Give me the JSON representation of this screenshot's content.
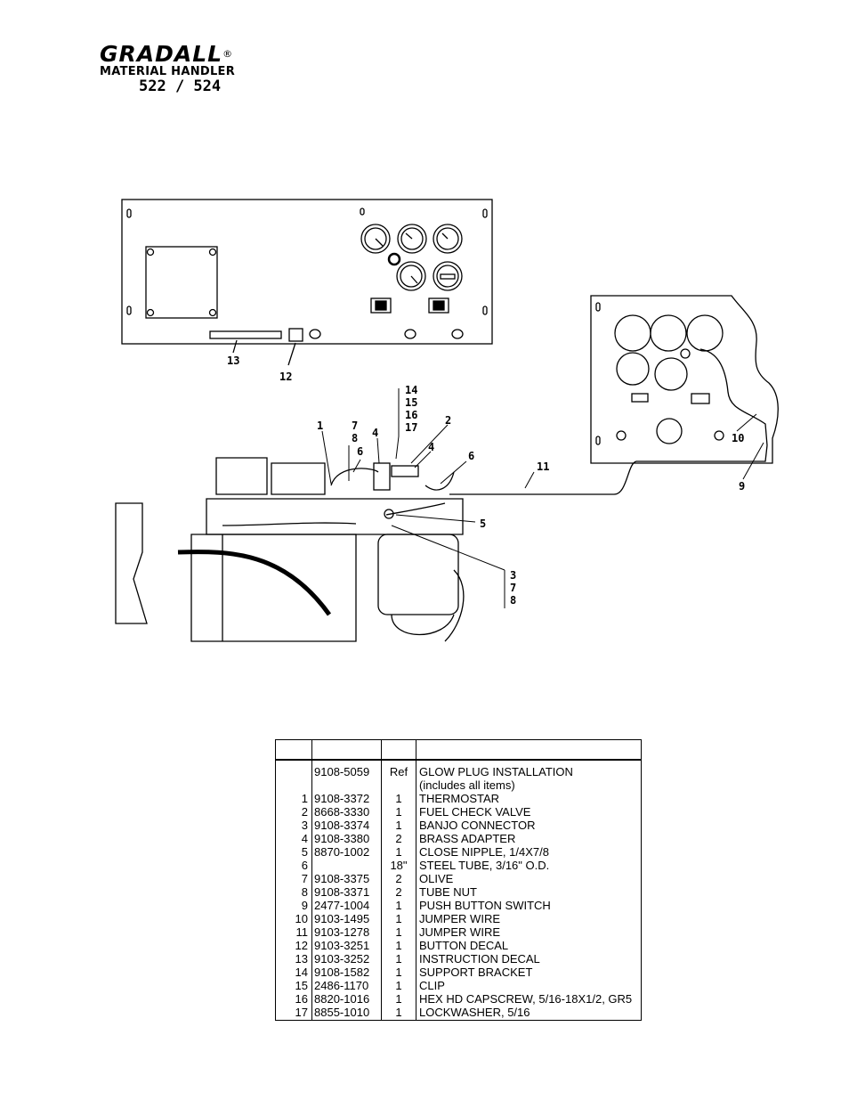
{
  "header": {
    "brand": "GRADALL",
    "registered": "®",
    "product_line": "MATERIAL HANDLER",
    "models": "522 / 524"
  },
  "illustration": {
    "callouts": [
      "1",
      "2",
      "3",
      "4",
      "5",
      "6",
      "7",
      "8",
      "9",
      "10",
      "11",
      "12",
      "13",
      "14",
      "15",
      "16",
      "17"
    ]
  },
  "parts_table": {
    "columns": [
      "",
      "",
      "",
      ""
    ],
    "rows": [
      {
        "item": "",
        "part": "9108-5059",
        "qty": "Ref",
        "desc": "GLOW PLUG INSTALLATION"
      },
      {
        "item": "",
        "part": "",
        "qty": "",
        "desc": "(includes all items)"
      },
      {
        "item": "1",
        "part": "9108-3372",
        "qty": "1",
        "desc": "THERMOSTAR"
      },
      {
        "item": "2",
        "part": "8668-3330",
        "qty": "1",
        "desc": "FUEL CHECK VALVE"
      },
      {
        "item": "3",
        "part": "9108-3374",
        "qty": "1",
        "desc": "BANJO CONNECTOR"
      },
      {
        "item": "4",
        "part": "9108-3380",
        "qty": "2",
        "desc": "BRASS ADAPTER"
      },
      {
        "item": "5",
        "part": "8870-1002",
        "qty": "1",
        "desc": "CLOSE NIPPLE, 1/4X7/8"
      },
      {
        "item": "6",
        "part": "",
        "qty": "18\"",
        "desc": "STEEL TUBE, 3/16\" O.D."
      },
      {
        "item": "7",
        "part": "9108-3375",
        "qty": "2",
        "desc": "OLIVE"
      },
      {
        "item": "8",
        "part": "9108-3371",
        "qty": "2",
        "desc": "TUBE NUT"
      },
      {
        "item": "9",
        "part": "2477-1004",
        "qty": "1",
        "desc": "PUSH BUTTON SWITCH"
      },
      {
        "item": "10",
        "part": "9103-1495",
        "qty": "1",
        "desc": "JUMPER WIRE"
      },
      {
        "item": "11",
        "part": "9103-1278",
        "qty": "1",
        "desc": "JUMPER WIRE"
      },
      {
        "item": "12",
        "part": "9103-3251",
        "qty": "1",
        "desc": "BUTTON DECAL"
      },
      {
        "item": "13",
        "part": "9103-3252",
        "qty": "1",
        "desc": "INSTRUCTION DECAL"
      },
      {
        "item": "14",
        "part": "9108-1582",
        "qty": "1",
        "desc": "SUPPORT BRACKET"
      },
      {
        "item": "15",
        "part": "2486-1170",
        "qty": "1",
        "desc": "CLIP"
      },
      {
        "item": "16",
        "part": "8820-1016",
        "qty": "1",
        "desc": "HEX HD CAPSCREW, 5/16-18X1/2, GR5"
      },
      {
        "item": "17",
        "part": "8855-1010",
        "qty": "1",
        "desc": "LOCKWASHER, 5/16"
      }
    ]
  }
}
